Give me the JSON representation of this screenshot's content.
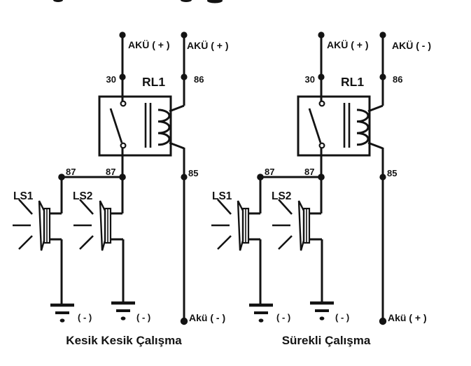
{
  "colors": {
    "ink": "#131313",
    "paper": "#ffffff"
  },
  "circuits": {
    "left": {
      "battery_top_1": "AKÜ ( + )",
      "battery_top_2": "AKÜ ( + )",
      "terminal_30": "30",
      "relay_name": "RL1",
      "terminal_86": "86",
      "terminal_87_left": "87",
      "terminal_87_right": "87",
      "terminal_85": "85",
      "speaker_1": "LS1",
      "speaker_2": "LS2",
      "ground_1": "( - )",
      "ground_2": "( - )",
      "battery_bottom": "Akü ( - )",
      "caption": "Kesik Kesik Çalışma"
    },
    "right": {
      "battery_top_1": "AKÜ ( + )",
      "battery_top_2": "AKÜ ( - )",
      "terminal_30": "30",
      "relay_name": "RL1",
      "terminal_86": "86",
      "terminal_87_left": "87",
      "terminal_87_right": "87",
      "terminal_85": "85",
      "speaker_1": "LS1",
      "speaker_2": "LS2",
      "ground_1": "( - )",
      "ground_2": "( - )",
      "battery_bottom": "Akü ( + )",
      "caption": "Sürekli Çalışma"
    }
  }
}
